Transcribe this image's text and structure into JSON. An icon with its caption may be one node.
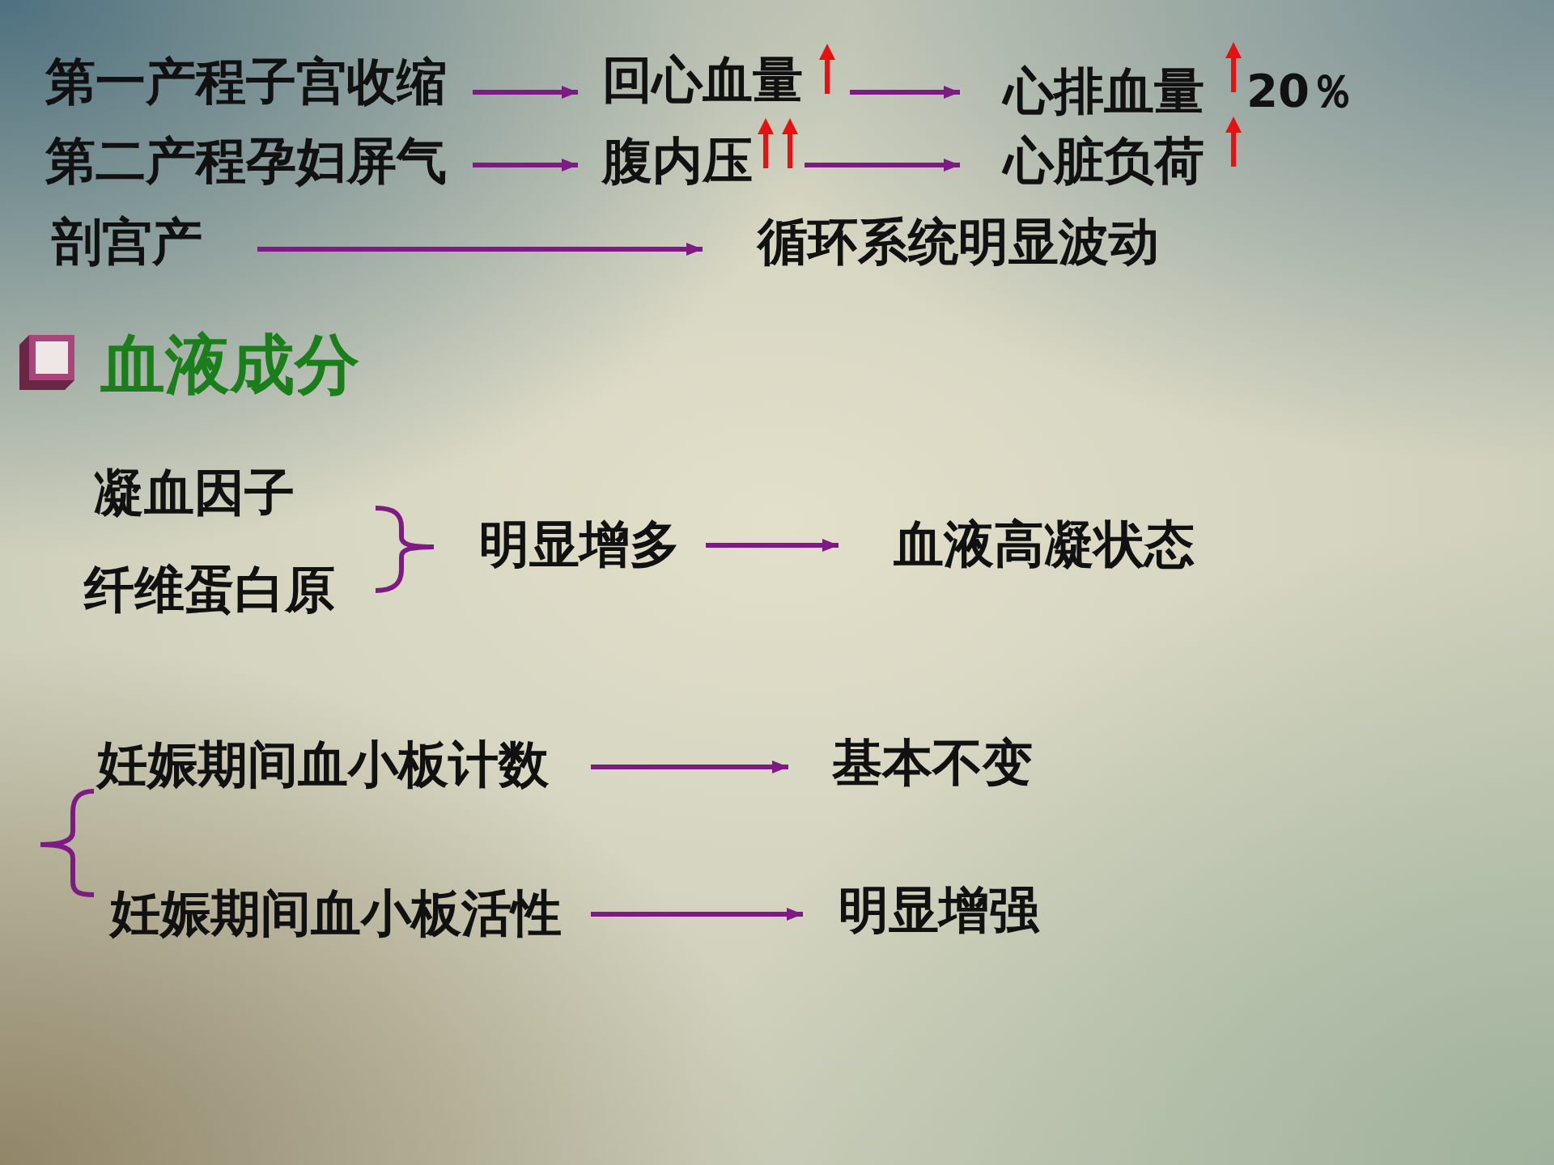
{
  "diagram": {
    "nodes": [
      {
        "text": [
          "第一产程子宫收缩"
        ]
      },
      {
        "text": [
          "回心血量"
        ]
      },
      {
        "text": [
          "心排血量"
        ],
        "beside": [
          "20％"
        ]
      },
      {
        "text": [
          "第二产程孕妇屏气"
        ]
      },
      {
        "text": [
          "腹内压"
        ]
      },
      {
        "text": [
          "心脏负荷"
        ]
      },
      {
        "text": [
          "剖宫产"
        ]
      },
      {
        "text": [
          "循环系统明显波动"
        ]
      },
      {
        "text": [
          "凝血因子"
        ]
      },
      {
        "text": [
          "纤维蛋白原"
        ]
      },
      {
        "text": [
          "明显增多"
        ]
      },
      {
        "text": [
          "血液高凝状态"
        ]
      },
      {
        "text": [
          "妊娠期间血小板计数"
        ]
      },
      {
        "text": [
          "妊娠期间血小板活性"
        ]
      },
      {
        "text": [
          "基本不变"
        ]
      },
      {
        "text": [
          "明显增强"
        ]
      }
    ],
    "edges": [
      {
        "from": 0,
        "to": 1,
        "arrow": "to"
      },
      {
        "from": 1,
        "to": 2,
        "arrow": "to"
      },
      {
        "from": 3,
        "to": 4,
        "arrow": "to"
      },
      {
        "from": 4,
        "to": 5,
        "arrow": "to"
      },
      {
        "from": 6,
        "to": 7,
        "arrow": "to"
      },
      {
        "from": 10,
        "to": 11,
        "arrow": "to"
      },
      {
        "from": 12,
        "to": 14,
        "arrow": "to"
      },
      {
        "from": 13,
        "to": 15,
        "arrow": "to"
      }
    ],
    "labels": [
      "血液成分"
    ]
  }
}
